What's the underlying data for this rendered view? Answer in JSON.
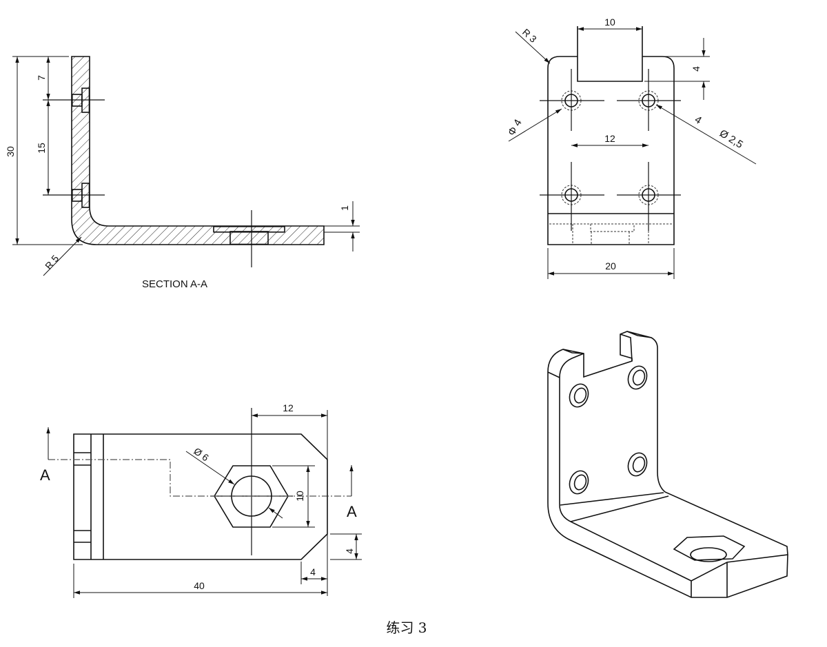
{
  "section_view": {
    "dim_overall_height": "30",
    "dim_top_to_hole": "7",
    "dim_hole_spacing": "15",
    "dim_counterbore_depth": "1",
    "radius_bend": "R 5",
    "caption": "SECTION   A-A"
  },
  "front_view": {
    "dim_slot_width": "10",
    "dim_slot_depth": "4",
    "radius_corner": "R 3",
    "hole_counterbore": "Φ 4",
    "hole_callout_count": "4",
    "hole_callout_dia": "Ø 2,5",
    "dim_hole_spacing": "12",
    "dim_width": "20"
  },
  "top_view": {
    "dim_hole_offset": "12",
    "hex_dia": "Ø 6",
    "dim_hex_across": "10",
    "dim_chamfer_v": "4",
    "dim_chamfer_h": "4",
    "dim_length": "40",
    "section_label_left": "A",
    "section_label_right": "A"
  },
  "caption": "练习 3"
}
